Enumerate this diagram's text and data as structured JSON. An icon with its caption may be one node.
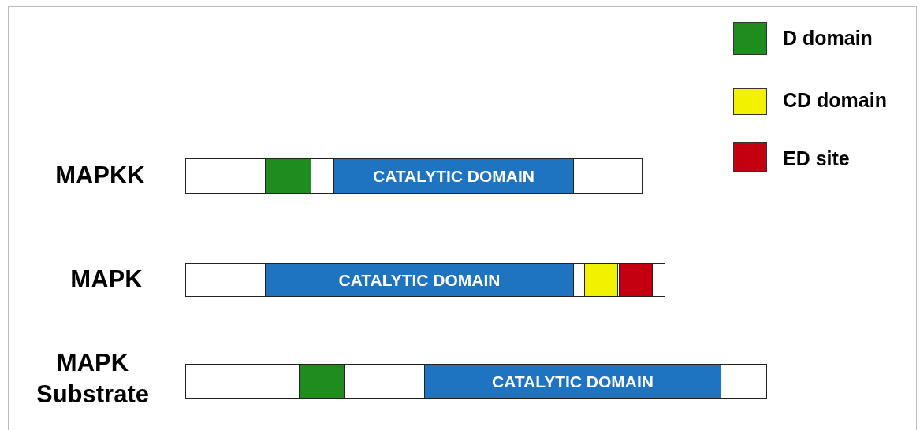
{
  "diagram": {
    "nodes": [
      {
        "text": [],
        "shape": "bar",
        "beside": [
          "MAPKK"
        ]
      },
      {
        "text": [],
        "shape": "box",
        "in": 0
      },
      {
        "text": [
          "CATALYTIC DOMAIN"
        ],
        "in": 0
      },
      {
        "text": [],
        "shape": "bar",
        "beside": [
          "MAPK"
        ]
      },
      {
        "text": [
          "CATALYTIC DOMAIN"
        ],
        "in": 3
      },
      {
        "text": [],
        "shape": "box",
        "in": 3
      },
      {
        "text": [],
        "shape": "box",
        "in": 3
      },
      {
        "text": [],
        "shape": "bar",
        "beside": [
          "MAPK Substrate"
        ]
      },
      {
        "text": [],
        "shape": "box",
        "in": 7
      },
      {
        "text": [
          "CATALYTIC DOMAIN"
        ],
        "in": 7
      }
    ],
    "legend": [
      {
        "text": "D domain",
        "color": "#1e8c1e"
      },
      {
        "text": "CD domain",
        "color": "#f2f200"
      },
      {
        "text": "ED site",
        "color": "#c40010"
      }
    ]
  }
}
